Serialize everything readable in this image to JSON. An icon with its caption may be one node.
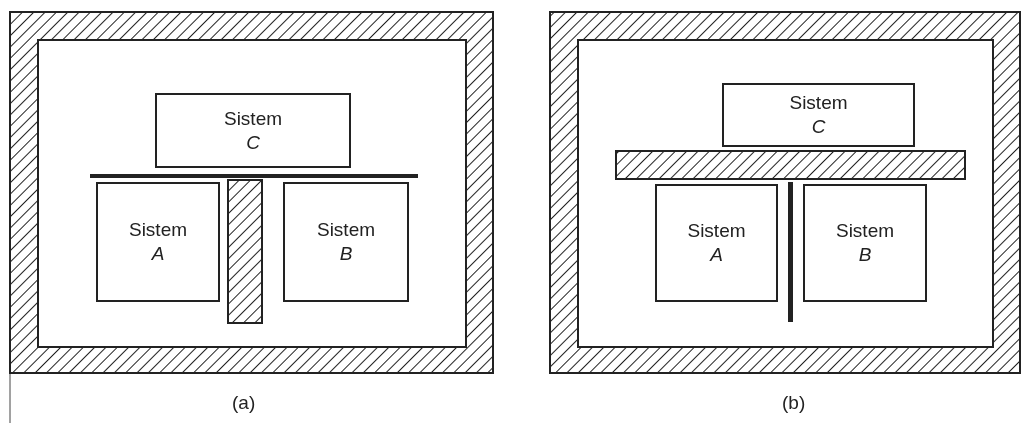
{
  "diagram": {
    "nodes": [
      {
        "text": [
          "Sistem *C*"
        ]
      },
      {
        "text": [
          "Sistem *A*"
        ]
      },
      {
        "text": [
          "Sistem *B*"
        ]
      },
      {
        "text": [
          "Sistem *C*"
        ]
      },
      {
        "text": [
          "Sistem *A*"
        ]
      },
      {
        "text": [
          "Sistem *B*"
        ]
      }
    ],
    "labels": [
      "(a)",
      "(b)"
    ]
  }
}
